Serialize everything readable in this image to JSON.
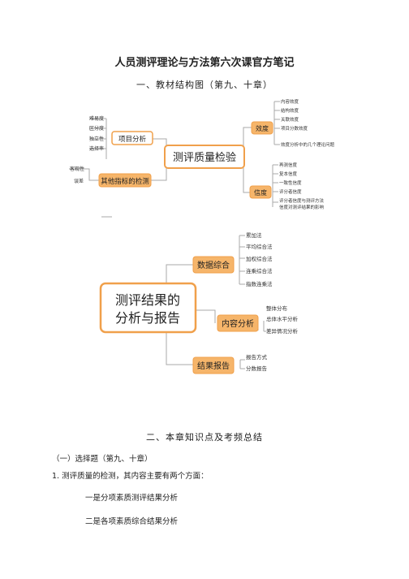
{
  "doc": {
    "title": "人员测评理论与方法第六次课官方笔记",
    "section1": "一、教材结构图（第九、十章）",
    "section2": "二、本章知识点及考频总结",
    "sub1": "（一）选择题（第九、十章）",
    "q1": "1. 测评质量的检测，其内容主要有两个方面：",
    "a1": "一是分项素质测评结果分析",
    "a2": "二是各项素质综合结果分析"
  },
  "map1": {
    "center": "测评质量检验",
    "left_top": {
      "label": "项目分析",
      "items": [
        "难易度",
        "区分度",
        "独立性",
        "选择率"
      ]
    },
    "left_bottom": {
      "label": "其他指标的检测",
      "items": [
        "客观性",
        "误差"
      ]
    },
    "right_top": {
      "label": "效度",
      "items": [
        "内容效度",
        "结构效度",
        "关联效度",
        "项目分数效度",
        "效度分析中的几个理论问题"
      ]
    },
    "right_bottom": {
      "label": "信度",
      "items": [
        "再测信度",
        "复本信度",
        "一致性信度",
        "评分者信度",
        "评分者信度与测评方法",
        "信度对测评结果的影响"
      ]
    }
  },
  "map2": {
    "center_line1": "测评结果的",
    "center_line2": "分析与报告",
    "branch1": {
      "label": "数据综合",
      "items": [
        "累加法",
        "平均综合法",
        "加权综合法",
        "连乘综合法",
        "指数连乘法"
      ]
    },
    "branch2": {
      "label": "内容分析",
      "items": [
        "整体分布",
        "总体水平分析",
        "差异情况分析"
      ]
    },
    "branch3": {
      "label": "结果报告",
      "items": [
        "报告方式",
        "分数报告"
      ]
    }
  },
  "colors": {
    "orange": "#f0a04b",
    "orange_fill": "#f6b56a",
    "line": "#aaaaaa",
    "text": "#222222"
  }
}
